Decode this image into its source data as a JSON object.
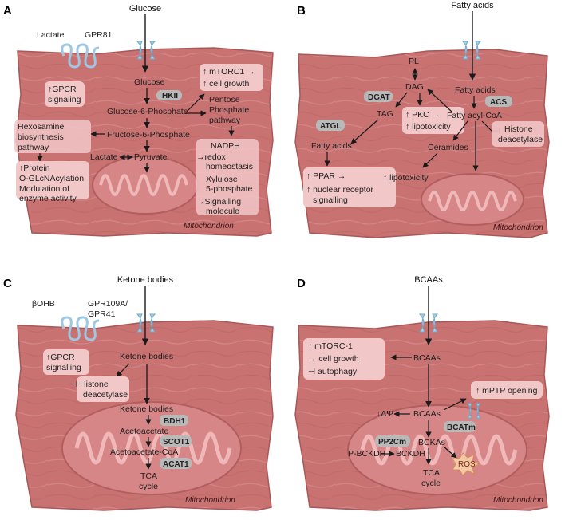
{
  "panels": {
    "A": {
      "letter": "A",
      "input": "Glucose",
      "receptor": "GPR81",
      "ligand": "Lactate",
      "gpcr": [
        "GPCR",
        "signaling"
      ],
      "glucose_in": "Glucose",
      "hkii": "HKII",
      "g6p": "Glucose-6-Phosphate",
      "f6p": "Fructose-6-Phosphate",
      "lactate": "Lactate",
      "pyruvate": "Pyruvate",
      "mtorc1": "mTORC1",
      "cell_growth": "cell growth",
      "ppp": [
        "Pentose",
        "Phosphate",
        "pathway"
      ],
      "hbp": [
        "Hexosamine",
        "biosynthesis",
        "pathway"
      ],
      "protein": [
        "Protein",
        "O-GLcNAcylation",
        "Modulation of",
        "enzyme activity"
      ],
      "nadph": "NADPH",
      "redox": [
        "redox",
        "homeostasis"
      ],
      "xylulose": [
        "Xylulose",
        "5-phosphate"
      ],
      "signalling": [
        "Signalling",
        "molecule"
      ],
      "mito": "Mitochondrion"
    },
    "B": {
      "letter": "B",
      "input": "Fatty acids",
      "pl": "PL",
      "dag": "DAG",
      "dgat": "DGAT",
      "tag": "TAG",
      "pkc": "PKC",
      "lipotox": "lipotoxicity",
      "atgl": "ATGL",
      "fa_in": "Fatty acids",
      "acs": "ACS",
      "facoa": "Fatty acyl-CoA",
      "hdac": [
        "Histone",
        "deacetylase"
      ],
      "fa2": "Fatty acids",
      "ceramides": "Ceramides",
      "ppar": "PPAR",
      "nuclear": [
        "nuclear receptor",
        "signalling"
      ],
      "lipotox2": "lipotoxicity",
      "mito": "Mitochondrion"
    },
    "C": {
      "letter": "C",
      "input": "Ketone bodies",
      "ligand": "βOHB",
      "receptor": [
        "GPR109A/",
        "GPR41"
      ],
      "gpcr": [
        "GPCR",
        "signalling"
      ],
      "kb_in": "Ketone bodies",
      "hdac": [
        "Histone",
        "deacetylase"
      ],
      "kb_mito": "Ketone bodies",
      "bdh1": "BDH1",
      "acetoacetate": "Acetoacetate",
      "scot1": "SCOT1",
      "acoa": "Acetoacetate-CoA",
      "acat1": "ACAT1",
      "tca": [
        "TCA",
        "cycle"
      ],
      "mito": "Mitochondrion"
    },
    "D": {
      "letter": "D",
      "input": "BCAAs",
      "mtorc": "mTORC-1",
      "cell_growth": "cell growth",
      "autophagy": "autophagy",
      "bcaa_in": "BCAAs",
      "mptp": "mPTP opening",
      "dpsi": "ΔΨ",
      "bcaa_mito": "BCAAs",
      "bcatm": "BCATm",
      "pp2cm": "PP2Cm",
      "pbckdh": "P-BCKDH",
      "bckdh": "BCKDH",
      "bckas": "BCKAs",
      "ros": "ROS",
      "tca": [
        "TCA",
        "cycle"
      ],
      "mito": "Mitochondrion"
    }
  },
  "colors": {
    "cell_fill": "#c87272",
    "cell_edge": "#a95757",
    "box_fill": "#f2c7c7",
    "enzyme_fill": "#b9b9b9",
    "channel": "#a9d3ea",
    "receptor": "#9ec7e2",
    "mito_fill": "#d68686",
    "mito_cristae": "#f0b8b8",
    "ros_fill": "#f4c9a6"
  }
}
